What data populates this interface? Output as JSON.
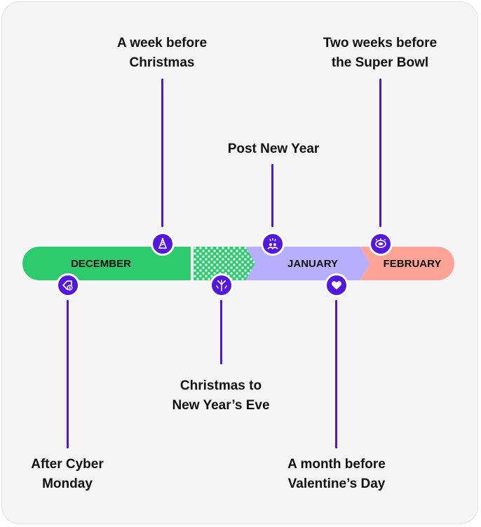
{
  "months": {
    "december": "DECEMBER",
    "january": "JANUARY",
    "february": "FEBRUARY"
  },
  "milestones": {
    "week_before_christmas": "A week before\nChristmas",
    "two_weeks_super_bowl": "Two weeks before\nthe Super Bowl",
    "post_new_year": "Post New Year",
    "christmas_to_nye": "Christmas to\nNew Year’s Eve",
    "after_cyber_monday": "After Cyber\nMonday",
    "month_before_valentines": "A month before\nValentine’s Day"
  },
  "icons": [
    "party-hat-icon",
    "fireworks-icon",
    "celebration-icon",
    "stadium-icon",
    "price-tag-icon",
    "heart-icon"
  ],
  "colors": {
    "december": "#2dca6e",
    "holiday_dots": "#2dca6e",
    "january": "#b7aefc",
    "february": "#fda497",
    "connector": "#4b18d6",
    "icon_bg": "#5318e0"
  }
}
